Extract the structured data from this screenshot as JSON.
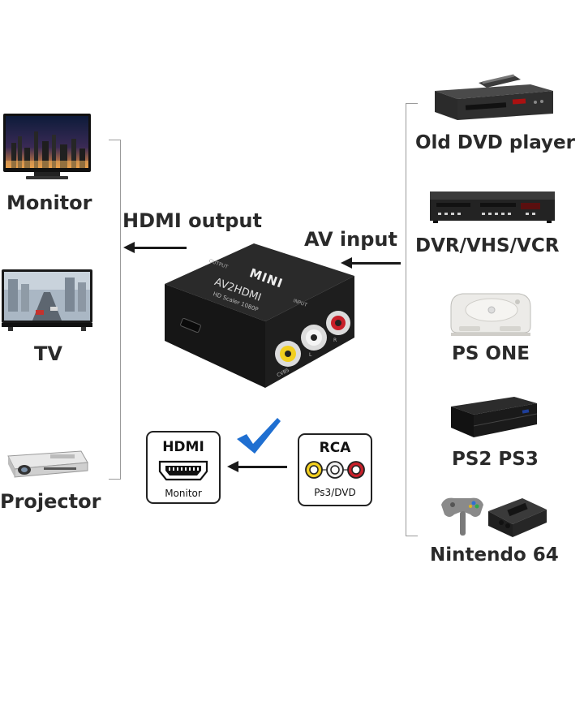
{
  "outputs": {
    "heading": "HDMI output",
    "items": [
      {
        "label": "Monitor",
        "icon": "monitor-icon"
      },
      {
        "label": "TV",
        "icon": "tv-icon"
      },
      {
        "label": "Projector",
        "icon": "projector-icon"
      }
    ]
  },
  "inputs": {
    "heading": "AV input",
    "items": [
      {
        "label": "Old DVD player",
        "icon": "dvd-player-icon"
      },
      {
        "label": "DVR/VHS/VCR",
        "icon": "vcr-icon"
      },
      {
        "label": "PS ONE",
        "icon": "ps-one-console-icon"
      },
      {
        "label": "PS2 PS3",
        "icon": "ps2-console-icon"
      },
      {
        "label": "Nintendo 64",
        "icon": "nintendo-64-icon"
      }
    ]
  },
  "device": {
    "brand": "MINI",
    "model": "AV2HDMI",
    "subtitle": "HD Scaler 1080P",
    "output_label": "OUTPUT",
    "input_label": "INPUT",
    "cvbs_label": "CVBS",
    "l_label": "L",
    "r_label": "R"
  },
  "badges": {
    "hdmi_title": "HDMI",
    "hdmi_sub": "Monitor",
    "rca_title": "RCA",
    "rca_sub": "Ps3/DVD"
  },
  "colors": {
    "checkmark": "#1f6fd1",
    "rca_yellow": "#f2cf1f",
    "rca_white": "#e8e8e8",
    "rca_red": "#c8202a",
    "device_body": "#1c1c1c"
  }
}
